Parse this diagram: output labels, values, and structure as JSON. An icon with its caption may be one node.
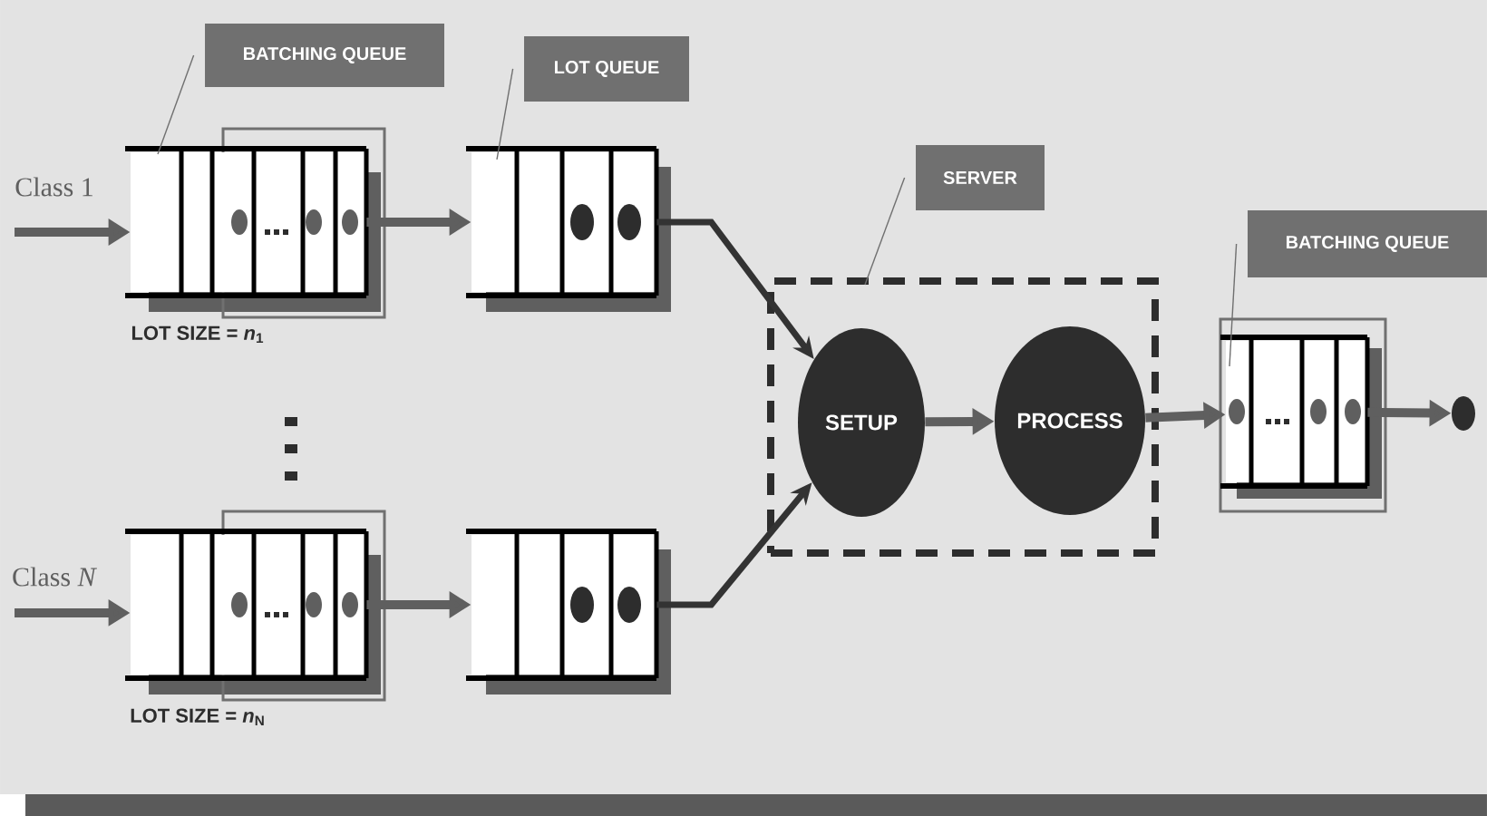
{
  "diagram": {
    "nodes": [
      {
        "text": [
          "BATCHING QUEUE"
        ]
      },
      {
        "text": [
          "LOT QUEUE"
        ]
      },
      {
        "text": [
          "SERVER"
        ]
      },
      {
        "text": [
          "BATCHING QUEUE"
        ]
      },
      {
        "text": [],
        "shape": "box",
        "beside": [
          "LOT SIZE = *n*$_{1}$"
        ]
      },
      {
        "text": [],
        "shape": "box"
      },
      {
        "text": [],
        "shape": "box",
        "beside": [
          "LOT SIZE = *n*$_{N}$"
        ]
      },
      {
        "text": [],
        "shape": "box"
      },
      {
        "text": [],
        "shape": "box"
      },
      {
        "text": [
          "SETUP"
        ],
        "in": 8
      },
      {
        "text": [
          "PROCESS"
        ],
        "in": 8
      },
      {
        "text": [],
        "shape": "box"
      },
      {
        "text": [],
        "shape": "circle"
      }
    ],
    "edges": [
      {
        "from": null,
        "to": 4,
        "arrow": "to"
      },
      {
        "from": 4,
        "to": 5,
        "arrow": "to"
      },
      {
        "from": 5,
        "to": 9,
        "arrow": "to",
        "color": "#333333"
      },
      {
        "from": null,
        "to": 6,
        "arrow": "to"
      },
      {
        "from": 6,
        "to": 7,
        "arrow": "to"
      },
      {
        "from": 7,
        "to": 9,
        "arrow": "to",
        "color": "#333333"
      },
      {
        "from": 9,
        "to": 10,
        "arrow": "to"
      },
      {
        "from": 10,
        "to": 11,
        "arrow": "to"
      },
      {
        "from": 11,
        "to": 12,
        "arrow": "to"
      },
      {
        "from": 0,
        "to": 4,
        "arrow": "none"
      },
      {
        "from": 1,
        "to": 5,
        "arrow": "none"
      },
      {
        "from": 2,
        "to": 8,
        "arrow": "none"
      },
      {
        "from": 3,
        "to": 11,
        "arrow": "none"
      }
    ],
    "labels": [
      "Class 1",
      "Class *N*"
    ]
  }
}
